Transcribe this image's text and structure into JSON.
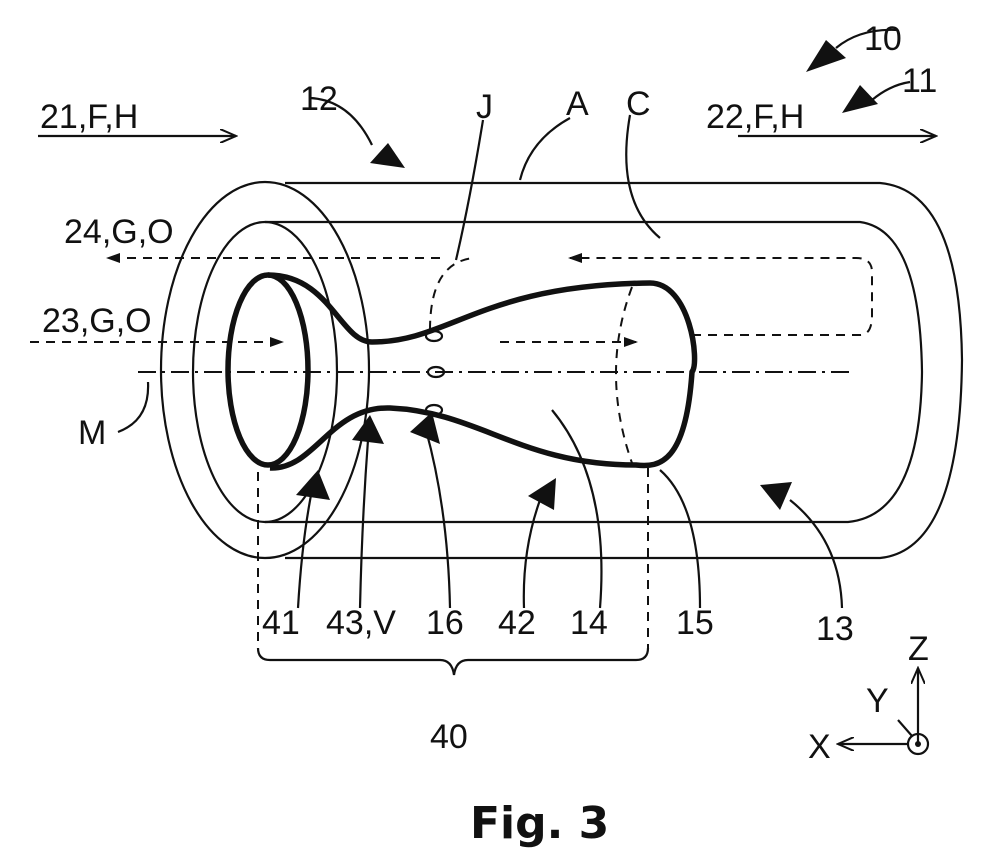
{
  "figure": {
    "caption": "Fig. 3",
    "labels": {
      "l10": "10",
      "l11": "11",
      "l12": "12",
      "l21": "21,F,H",
      "l22": "22,F,H",
      "l23": "23,G,O",
      "l24": "24,G,O",
      "lJ": "J",
      "lA": "A",
      "lC": "C",
      "lM": "M",
      "l41": "41",
      "l43": "43,V",
      "l16": "16",
      "l42": "42",
      "l14": "14",
      "l15": "15",
      "l13": "13",
      "l40": "40",
      "axis_x": "X",
      "axis_y": "Y",
      "axis_z": "Z"
    }
  }
}
